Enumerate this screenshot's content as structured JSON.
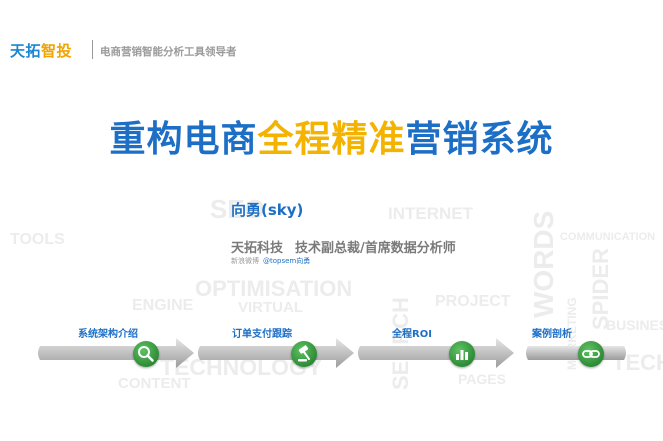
{
  "header": {
    "logo_main": "天拓",
    "logo_accent": "智投",
    "tagline": "电商营销智能分析工具领导者"
  },
  "title": {
    "part1": "重构电商",
    "part2": "全程精准",
    "part3": "营销系统"
  },
  "presenter": {
    "name": "向勇(sky)",
    "company": "天拓科技",
    "position": "技术副总裁/首席数据分析师",
    "weibo_label": "新浪微博",
    "weibo_handle": "@topsem向勇"
  },
  "steps": [
    {
      "label": "系统架构介绍",
      "icon": "magnifier-icon"
    },
    {
      "label": "订单支付跟踪",
      "icon": "gavel-icon"
    },
    {
      "label": "全程ROI",
      "icon": "bar-chart-icon"
    },
    {
      "label": "案例剖析",
      "icon": "chain-link-icon"
    }
  ],
  "watermark": {
    "words": [
      "SEO",
      "INTERNET",
      "OPTIMISATION",
      "ENGINE",
      "VIRTUAL",
      "PROJECT",
      "TECHNOLOGY",
      "CONTENT",
      "WORDS",
      "SPIDER",
      "MARKETING",
      "COMMUNICATION",
      "PAGES",
      "BUSINESS",
      "SEARCH",
      "TECH",
      "TOOLS"
    ]
  },
  "colors": {
    "brand_blue": "#1d6fc6",
    "brand_gold": "#f3b300",
    "step_green": "#2e8b36",
    "arrow_gray": "#b8b8b8"
  }
}
